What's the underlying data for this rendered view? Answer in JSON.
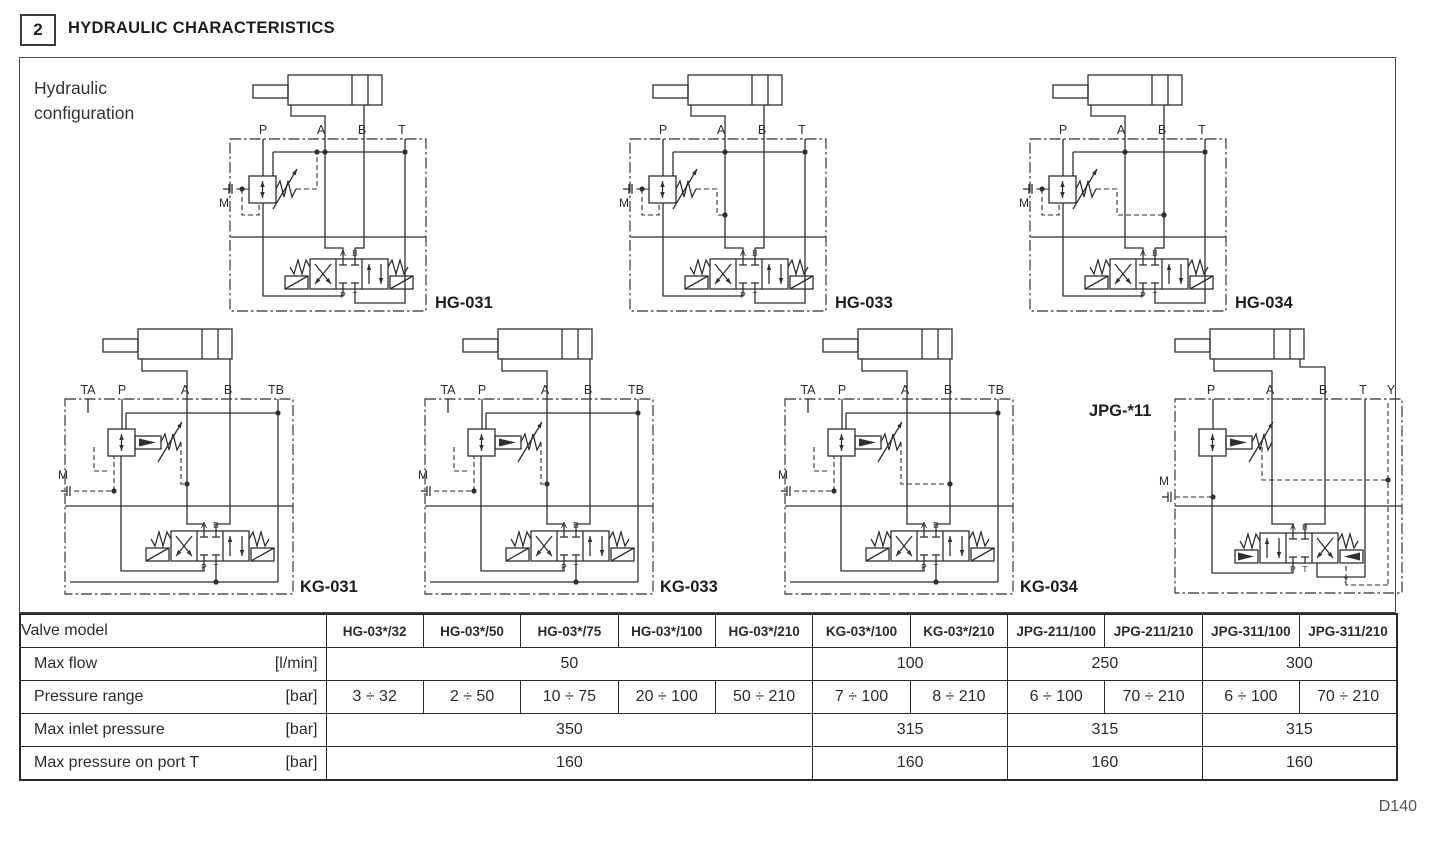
{
  "page": {
    "section_number": "2",
    "section_title": "HYDRAULIC CHARACTERISTICS",
    "footer": "D140"
  },
  "panel": {
    "label": "Hydraulic configuration"
  },
  "diagrams": [
    {
      "label": "HG-031",
      "type": "HG",
      "ports": [
        "P",
        "A",
        "B",
        "T"
      ],
      "gauge": "M"
    },
    {
      "label": "HG-033",
      "type": "HG",
      "ports": [
        "P",
        "A",
        "B",
        "T"
      ],
      "gauge": "M"
    },
    {
      "label": "HG-034",
      "type": "HG",
      "ports": [
        "P",
        "A",
        "B",
        "T"
      ],
      "gauge": "M"
    },
    {
      "label": "KG-031",
      "type": "KG",
      "ports": [
        "TA",
        "P",
        "A",
        "B",
        "TB"
      ],
      "gauge": "M"
    },
    {
      "label": "KG-033",
      "type": "KG",
      "ports": [
        "TA",
        "P",
        "A",
        "B",
        "TB"
      ],
      "gauge": "M"
    },
    {
      "label": "KG-034",
      "type": "KG",
      "ports": [
        "TA",
        "P",
        "A",
        "B",
        "TB"
      ],
      "gauge": "M"
    },
    {
      "label": "JPG-*11",
      "type": "JPG",
      "ports": [
        "P",
        "A",
        "B",
        "T",
        "Y"
      ],
      "gauge": "M",
      "drain": "y"
    }
  ],
  "valve_ports": {
    "top": [
      "A",
      "B"
    ],
    "bottom": [
      "P",
      "T"
    ]
  },
  "table": {
    "corner_label": "Valve model",
    "columns": [
      "HG-03*/32",
      "HG-03*/50",
      "HG-03*/75",
      "HG-03*/100",
      "HG-03*/210",
      "KG-03*/100",
      "KG-03*/210",
      "JPG-211/100",
      "JPG-211/210",
      "JPG-311/100",
      "JPG-311/210"
    ],
    "rows": [
      {
        "label": "Max flow",
        "unit": "[l/min]",
        "cells": [
          {
            "value": "50",
            "span": 5
          },
          {
            "value": "100",
            "span": 2
          },
          {
            "value": "250",
            "span": 2
          },
          {
            "value": "300",
            "span": 2
          }
        ]
      },
      {
        "label": "Pressure range",
        "unit": "[bar]",
        "cells": [
          {
            "value": "3 ÷ 32",
            "span": 1
          },
          {
            "value": "2 ÷ 50",
            "span": 1
          },
          {
            "value": "10 ÷ 75",
            "span": 1
          },
          {
            "value": "20 ÷ 100",
            "span": 1
          },
          {
            "value": "50 ÷ 210",
            "span": 1
          },
          {
            "value": "7 ÷ 100",
            "span": 1
          },
          {
            "value": "8 ÷ 210",
            "span": 1
          },
          {
            "value": "6 ÷ 100",
            "span": 1
          },
          {
            "value": "70 ÷ 210",
            "span": 1
          },
          {
            "value": "6 ÷ 100",
            "span": 1
          },
          {
            "value": "70 ÷ 210",
            "span": 1
          }
        ]
      },
      {
        "label": "Max inlet pressure",
        "unit": "[bar]",
        "cells": [
          {
            "value": "350",
            "span": 5
          },
          {
            "value": "315",
            "span": 2
          },
          {
            "value": "315",
            "span": 2
          },
          {
            "value": "315",
            "span": 2
          }
        ]
      },
      {
        "label": "Max pressure on port T",
        "unit": "[bar]",
        "cells": [
          {
            "value": "160",
            "span": 5
          },
          {
            "value": "160",
            "span": 2
          },
          {
            "value": "160",
            "span": 2
          },
          {
            "value": "160",
            "span": 2
          }
        ]
      }
    ]
  }
}
